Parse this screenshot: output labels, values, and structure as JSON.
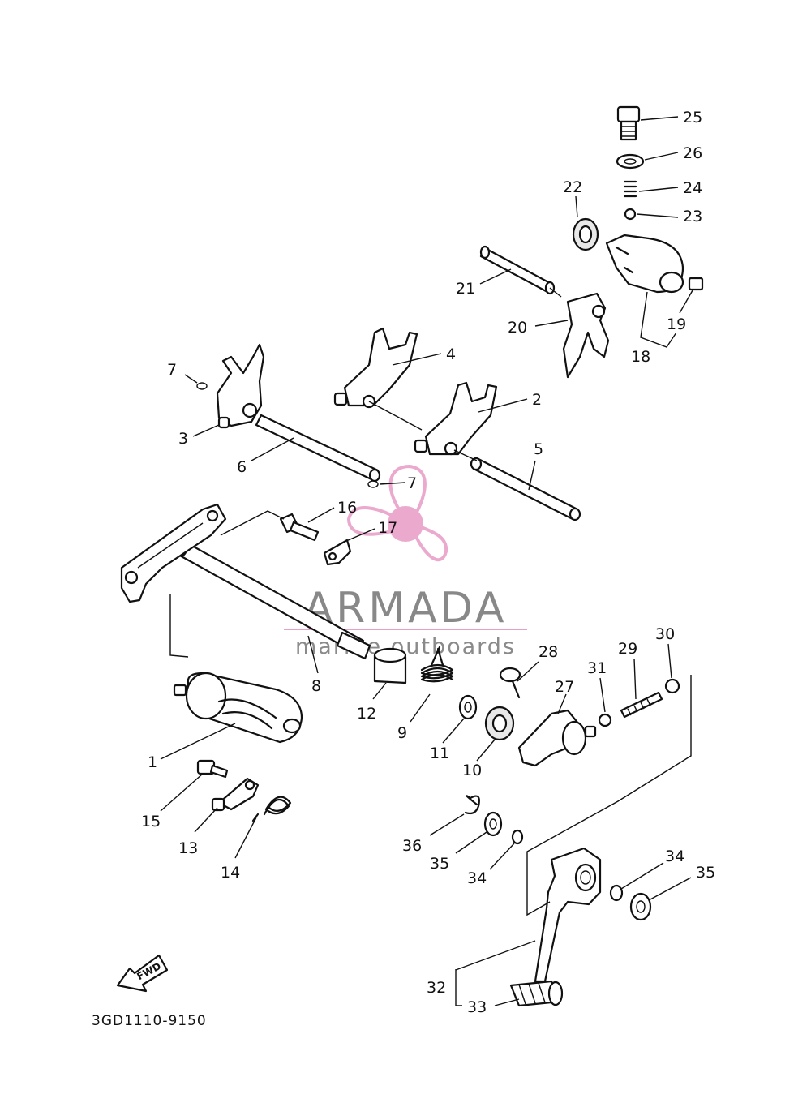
{
  "diagram": {
    "code": "3GD1110-9150",
    "fwd_label": "FWD",
    "watermark": {
      "brand": "ARMADA",
      "tagline": "marine outboards",
      "color_brand": "#888888",
      "color_tagline": "#8a8a8a",
      "color_accent": "#e8a0c8"
    },
    "callouts": [
      {
        "id": "c25",
        "text": "25"
      },
      {
        "id": "c26",
        "text": "26"
      },
      {
        "id": "c24",
        "text": "24"
      },
      {
        "id": "c23",
        "text": "23"
      },
      {
        "id": "c22",
        "text": "22"
      },
      {
        "id": "c21",
        "text": "21"
      },
      {
        "id": "c20",
        "text": "20"
      },
      {
        "id": "c19",
        "text": "19"
      },
      {
        "id": "c18",
        "text": "18"
      },
      {
        "id": "c4",
        "text": "4"
      },
      {
        "id": "c2",
        "text": "2"
      },
      {
        "id": "c7a",
        "text": "7"
      },
      {
        "id": "c3",
        "text": "3"
      },
      {
        "id": "c6",
        "text": "6"
      },
      {
        "id": "c5",
        "text": "5"
      },
      {
        "id": "c7b",
        "text": "7"
      },
      {
        "id": "c16",
        "text": "16"
      },
      {
        "id": "c17",
        "text": "17"
      },
      {
        "id": "c8",
        "text": "8"
      },
      {
        "id": "c28",
        "text": "28"
      },
      {
        "id": "c29",
        "text": "29"
      },
      {
        "id": "c30",
        "text": "30"
      },
      {
        "id": "c31",
        "text": "31"
      },
      {
        "id": "c27",
        "text": "27"
      },
      {
        "id": "c12",
        "text": "12"
      },
      {
        "id": "c9",
        "text": "9"
      },
      {
        "id": "c11",
        "text": "11"
      },
      {
        "id": "c10",
        "text": "10"
      },
      {
        "id": "c1",
        "text": "1"
      },
      {
        "id": "c15",
        "text": "15"
      },
      {
        "id": "c13",
        "text": "13"
      },
      {
        "id": "c14",
        "text": "14"
      },
      {
        "id": "c36",
        "text": "36"
      },
      {
        "id": "c35a",
        "text": "35"
      },
      {
        "id": "c34a",
        "text": "34"
      },
      {
        "id": "c34b",
        "text": "34"
      },
      {
        "id": "c35b",
        "text": "35"
      },
      {
        "id": "c32",
        "text": "32"
      },
      {
        "id": "c33",
        "text": "33"
      }
    ]
  }
}
